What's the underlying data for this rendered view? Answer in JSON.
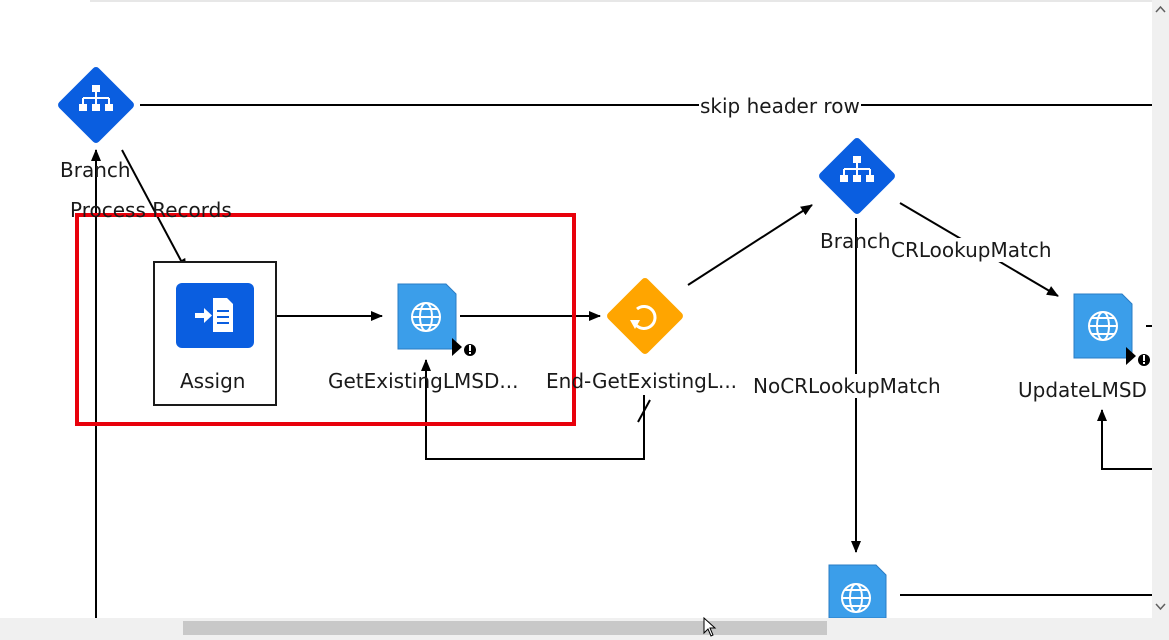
{
  "canvas": {
    "nodes": {
      "branch_top": {
        "label": "Branch",
        "icon": "branch-icon"
      },
      "assign": {
        "label": "Assign",
        "icon": "assign-icon"
      },
      "get_existing": {
        "label": "GetExistingLMSD...",
        "icon": "globe-icon"
      },
      "end_get_existing": {
        "label": "End-GetExistingL...",
        "icon": "loop-icon"
      },
      "branch_right": {
        "label": "Branch",
        "icon": "branch-icon"
      },
      "update": {
        "label": "UpdateLMSD",
        "icon": "globe-icon"
      },
      "bottom_service": {
        "label": "",
        "icon": "globe-icon"
      }
    },
    "edge_labels": {
      "skip_header": "skip header row",
      "process_records": "Process Records",
      "cr_match": "CRLookupMatch",
      "no_cr_match": "NoCRLookupMatch"
    }
  },
  "colors": {
    "branch": "#0a5ee0",
    "service": "#3b9eea",
    "loop": "#ffa500",
    "assign": "#0a5ee0",
    "selection": "#e8000b",
    "edge": "#000000"
  }
}
